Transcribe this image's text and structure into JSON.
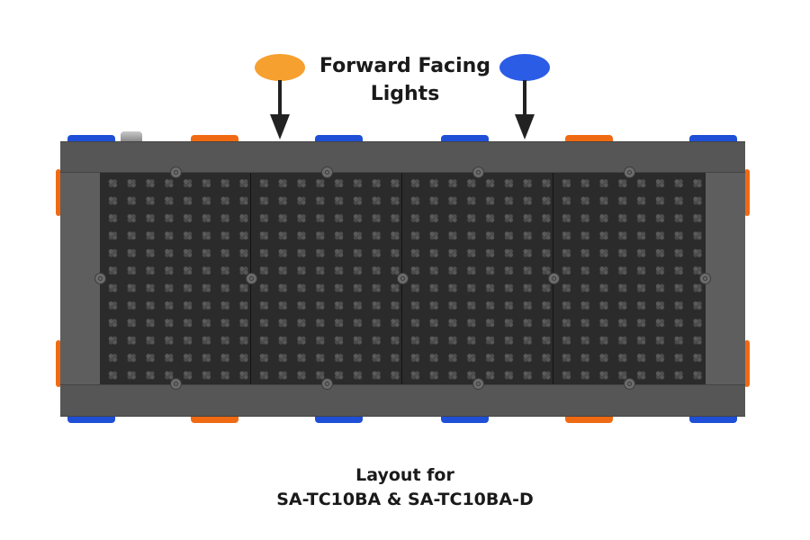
{
  "heading": {
    "line1": "Forward Facing",
    "line2": "Lights"
  },
  "caption": {
    "line1": "Layout for",
    "line2": "SA-TC10BA & SA-TC10BA-D"
  },
  "legend": {
    "orange_color": "#f6a030",
    "blue_color": "#2b5ce6"
  },
  "fixture": {
    "panels": 4,
    "top_lights": [
      "blue",
      "orange",
      "blue",
      "blue",
      "orange",
      "blue"
    ],
    "bottom_lights": [
      "blue",
      "orange",
      "blue",
      "blue",
      "orange",
      "blue"
    ],
    "side_lights": [
      "orange",
      "orange",
      "orange",
      "orange"
    ]
  }
}
